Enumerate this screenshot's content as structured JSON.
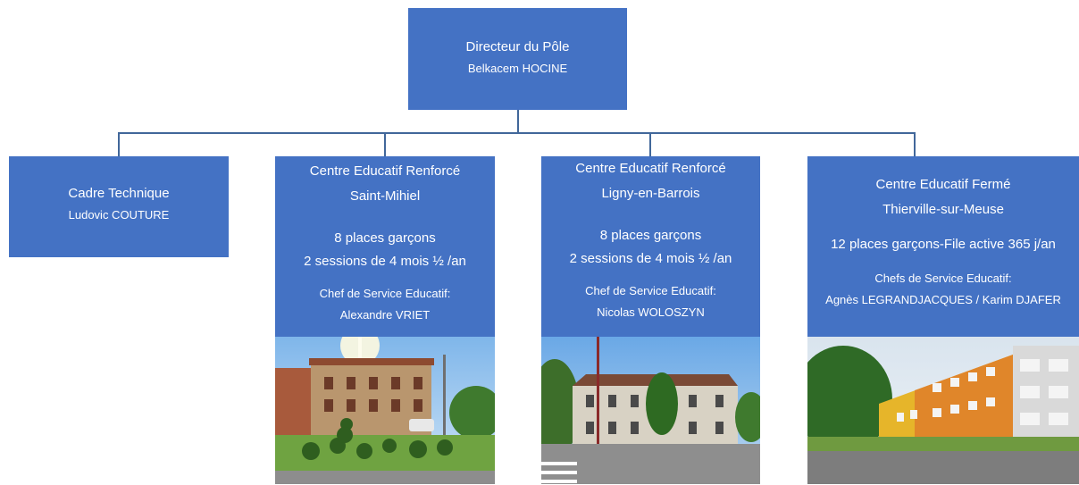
{
  "colors": {
    "box": "#4472C4",
    "connector": "#41679a",
    "text": "#ffffff"
  },
  "director": {
    "title": "Directeur du Pôle",
    "name": "Belkacem HOCINE"
  },
  "cadre": {
    "title": "Cadre Technique",
    "name": "Ludovic COUTURE"
  },
  "cer1": {
    "title": "Centre Educatif Renforcé",
    "location": "Saint-Mihiel",
    "capacity": "8 places garçons",
    "sessions": "2 sessions de 4 mois ½ /an",
    "chef_label": "Chef de Service Educatif:",
    "chef_name": "Alexandre VRIET",
    "photo": "building-photo"
  },
  "cer2": {
    "title": "Centre Educatif Renforcé",
    "location": "Ligny-en-Barrois",
    "capacity": "8 places garçons",
    "sessions": "2 sessions de 4 mois ½ /an",
    "chef_label": "Chef de Service Educatif:",
    "chef_name": "Nicolas WOLOSZYN",
    "photo": "building-photo"
  },
  "cef": {
    "title": "Centre Educatif Fermé",
    "location": "Thierville-sur-Meuse",
    "capacity": "12 places garçons-File active 365 j/an",
    "chef_label": "Chefs de Service Educatif:",
    "chef_name": "Agnès LEGRANDJACQUES / Karim DJAFER",
    "photo": "building-photo"
  }
}
